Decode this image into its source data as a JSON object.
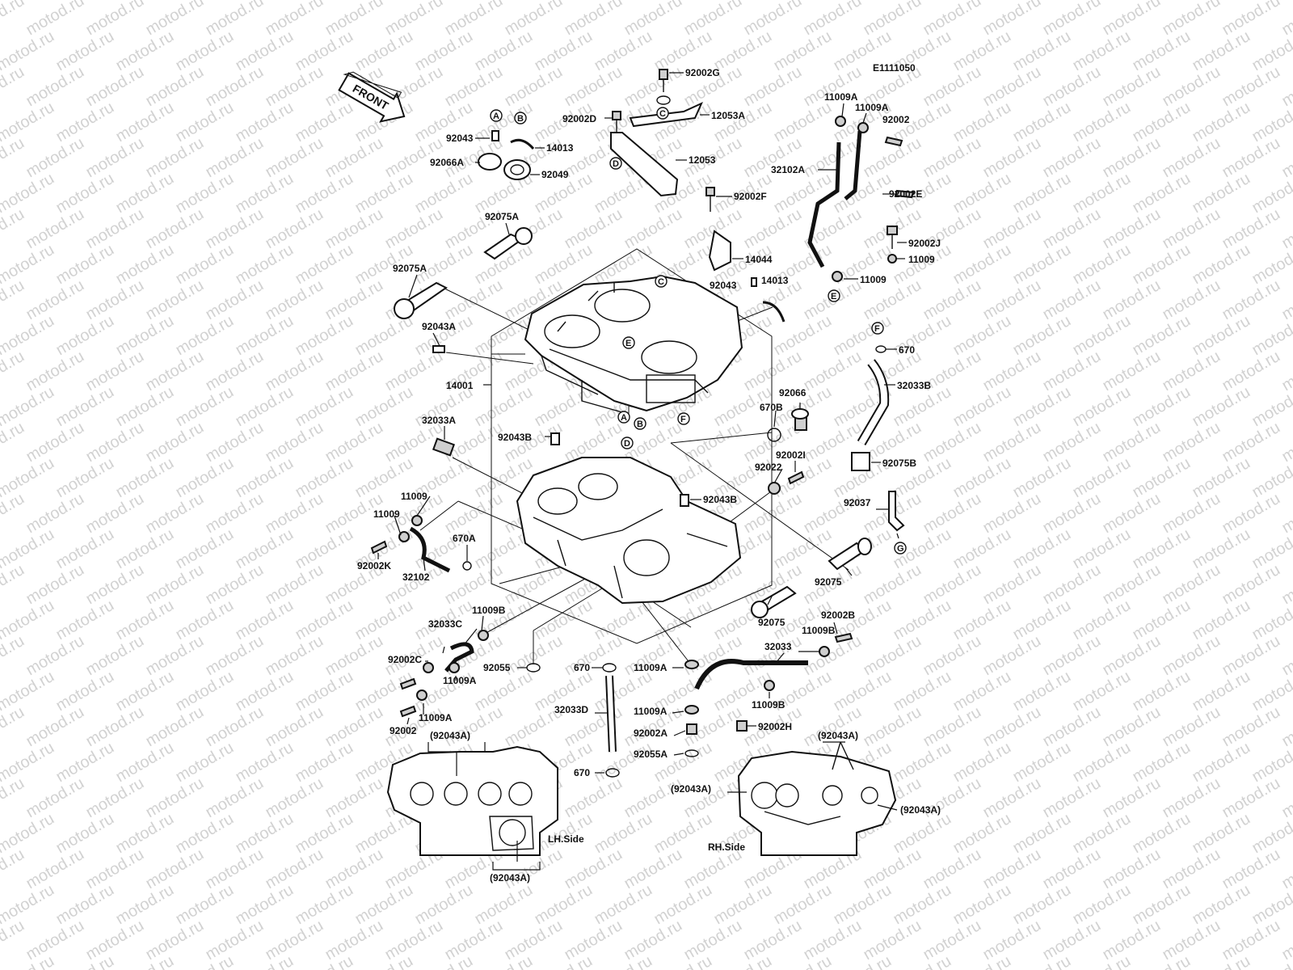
{
  "diagram": {
    "ref_code": "E1111050",
    "front_label": "FRONT",
    "watermark": "motod.ru",
    "lh_side_label": "LH.Side",
    "rh_side_label": "RH.Side",
    "part_labels": [
      "92002G",
      "92002D",
      "12053A",
      "12053",
      "92043",
      "14013",
      "92066A",
      "92049",
      "92075A",
      "92075A",
      "92043A",
      "14001",
      "92002F",
      "14044",
      "92043",
      "14013",
      "11009A",
      "11009A",
      "92002",
      "32102A",
      "92002E",
      "92002J",
      "11009",
      "11009",
      "670",
      "32033B",
      "92066",
      "670B",
      "92075B",
      "32033A",
      "92043B",
      "92043B",
      "92002I",
      "92022",
      "92037",
      "11009",
      "11009",
      "92002K",
      "32102",
      "670A",
      "92075",
      "92075",
      "92002B",
      "11009B",
      "32033",
      "11009B",
      "32033C",
      "11009B",
      "92002C",
      "11009A",
      "92055",
      "670",
      "11009A",
      "11009A",
      "92002A",
      "92055A",
      "670",
      "32033D",
      "11009A",
      "92002",
      "92002H",
      "(92043A)",
      "(92043A)",
      "(92043A)",
      "(92043A)",
      "(92043A)"
    ],
    "callout_letters": [
      "A",
      "B",
      "C",
      "D",
      "C",
      "D",
      "E",
      "F",
      "E",
      "A",
      "B",
      "F",
      "G"
    ]
  }
}
